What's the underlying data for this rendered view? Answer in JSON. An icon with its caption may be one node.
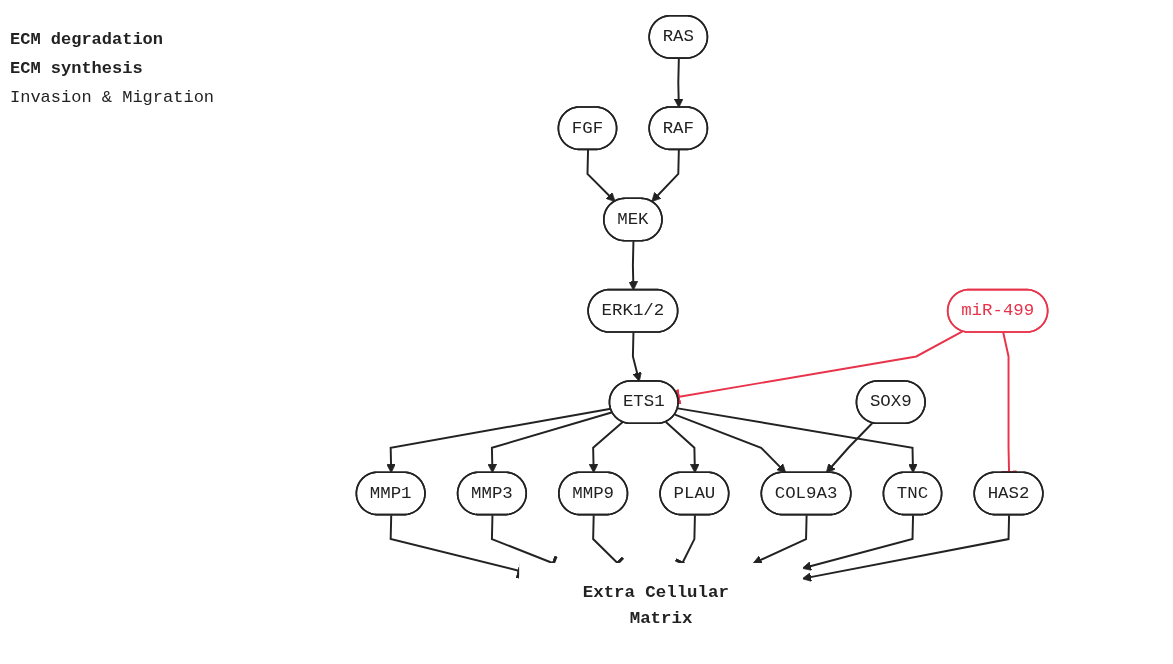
{
  "diagram": {
    "nodes": [
      {
        "text": [
          "FGF"
        ]
      },
      {
        "text": [
          "MEK"
        ]
      },
      {
        "text": [
          "RAF"
        ]
      },
      {
        "text": [
          "RAS"
        ]
      },
      {
        "text": [
          "ERK1/2"
        ]
      },
      {
        "text": [
          "ETS1"
        ]
      },
      {
        "text": [
          "miR-499"
        ]
      },
      {
        "text": [
          "MMP1"
        ]
      },
      {
        "text": [
          "MMP3"
        ]
      },
      {
        "text": [
          "MMP9"
        ]
      },
      {
        "text": [
          "PLAU"
        ]
      },
      {
        "text": [
          "COL9A3"
        ]
      },
      {
        "text": [
          "TNC"
        ]
      },
      {
        "text": [
          "SOX9"
        ]
      },
      {
        "text": [
          "HAS2"
        ]
      },
      {
        "text": [
          "Extra Cellular Matrix"
        ]
      }
    ],
    "edges": [
      {
        "from": 0,
        "to": 1,
        "arrow": "to"
      },
      {
        "from": 2,
        "to": 1,
        "arrow": "to"
      },
      {
        "from": 3,
        "to": 2,
        "arrow": "to"
      },
      {
        "from": 1,
        "to": 4,
        "arrow": "to"
      },
      {
        "from": 4,
        "to": 5,
        "arrow": "to"
      },
      {
        "from": 6,
        "to": 5,
        "arrow": "other",
        "color": "#e8334a"
      },
      {
        "from": 5,
        "to": 7,
        "arrow": "to"
      },
      {
        "from": 5,
        "to": 8,
        "arrow": "to"
      },
      {
        "from": 5,
        "to": 9,
        "arrow": "to"
      },
      {
        "from": 5,
        "to": 10,
        "arrow": "to"
      },
      {
        "from": 5,
        "to": 11,
        "arrow": "to"
      },
      {
        "from": 5,
        "to": 12,
        "arrow": "to"
      },
      {
        "from": 13,
        "to": 11,
        "arrow": "to"
      },
      {
        "from": 6,
        "to": 14,
        "arrow": "other",
        "color": "#e8334a"
      },
      {
        "from": 7,
        "to": 15,
        "arrow": "other"
      },
      {
        "from": 8,
        "to": 15,
        "arrow": "other"
      },
      {
        "from": 9,
        "to": 15,
        "arrow": "other"
      },
      {
        "from": 10,
        "to": 15,
        "arrow": "other"
      },
      {
        "from": 11,
        "to": 15,
        "arrow": "to"
      },
      {
        "from": 12,
        "to": 15,
        "arrow": "to"
      },
      {
        "from": 14,
        "to": 15,
        "arrow": "to"
      }
    ],
    "labels": [
      "ECM degradation",
      "ECM synthesis",
      "Invasion & Migration"
    ]
  }
}
